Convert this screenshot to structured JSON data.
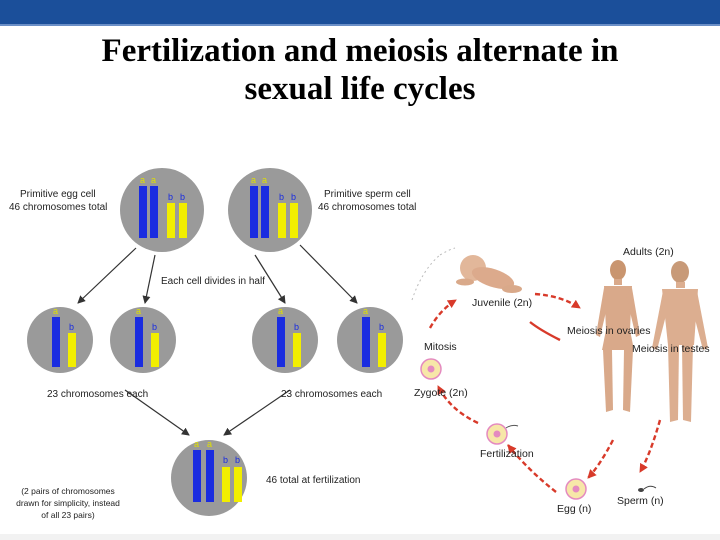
{
  "slide": {
    "title_line1": "Fertilization and meiosis alternate in",
    "title_line2": "sexual life cycles"
  },
  "meiosis_diagram": {
    "egg_cell_label_1": "Primitive egg cell",
    "egg_cell_label_2": "46 chromosomes total",
    "sperm_cell_label_1": "Primitive sperm cell",
    "sperm_cell_label_2": "46 chromosomes total",
    "divide_label": "Each cell divides in half",
    "haploid_left_label": "23 chromosomes each",
    "haploid_right_label": "23 chromosomes each",
    "fertilization_label": "46 total at fertilization",
    "note_line1": "(2 pairs of chromosomes",
    "note_line2": "drawn for simplicity, instead",
    "note_line3": "of all 23 pairs)",
    "gene_a": "a",
    "gene_b": "b",
    "colors": {
      "cell": "#9a9a9a",
      "chrom_a": "#1a2ce0",
      "chrom_b": "#f2ee00",
      "gene_a_text": "#e0e000",
      "gene_b_text": "#1a2ce0"
    }
  },
  "life_cycle": {
    "adults": "Adults (2n)",
    "juvenile": "Juvenile (2n)",
    "meiosis_ovaries": "Meiosis in ovaries",
    "meiosis_testes": "Meiosis in testes",
    "mitosis": "Mitosis",
    "zygote": "Zygote (2n)",
    "fertilization": "Fertilization",
    "egg": "Egg (n)",
    "sperm": "Sperm (n)",
    "colors": {
      "arrow": "#d83a2a",
      "skin": "#d9a98a",
      "cell_fill": "#f7e7a8",
      "cell_ring": "#e48ac0"
    }
  }
}
